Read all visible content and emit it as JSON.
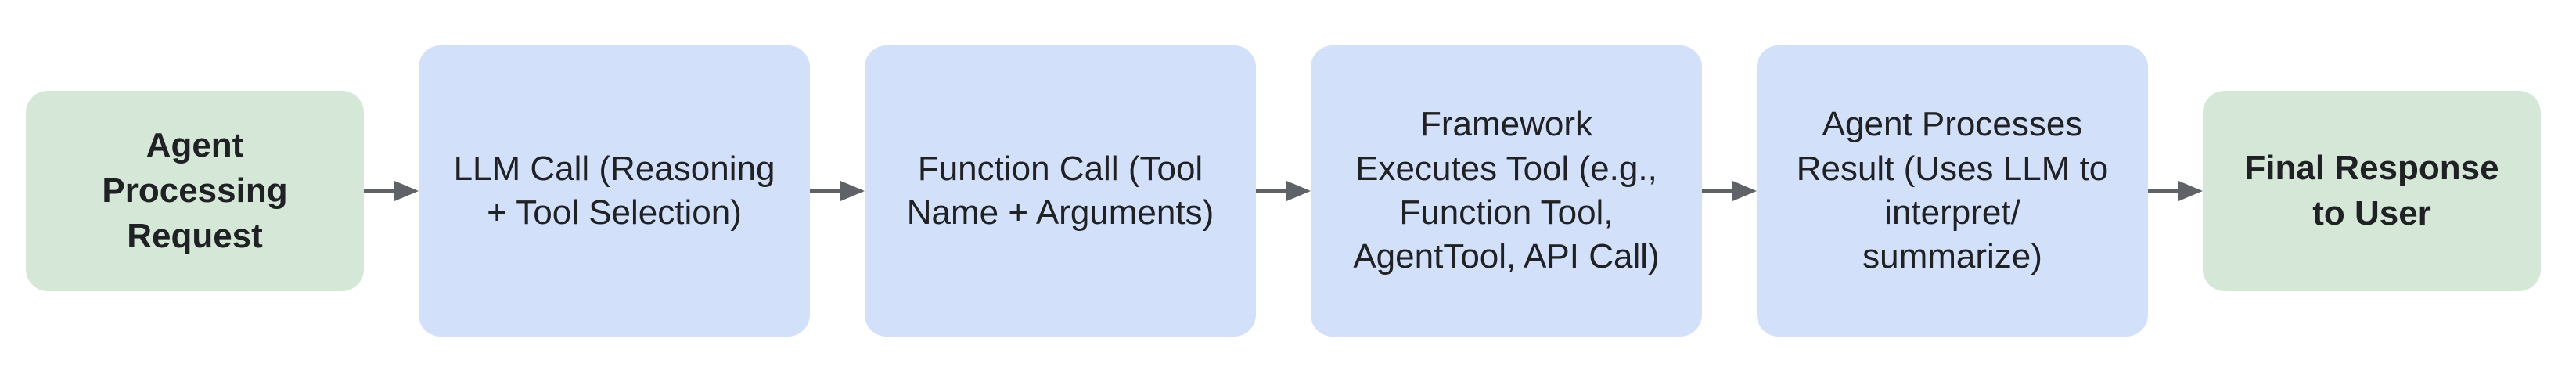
{
  "colors": {
    "background": "#ffffff",
    "node_green": "#d5e8d8",
    "node_blue": "#d3e0f9",
    "text": "#202124",
    "arrow": "#5f6368"
  },
  "flow": {
    "nodes": [
      {
        "id": "agent-processing-request",
        "kind": "terminal",
        "fill": "node_green",
        "label": "Agent\nProcessing\nRequest"
      },
      {
        "id": "llm-call",
        "kind": "process",
        "fill": "node_blue",
        "label": "LLM Call (Reasoning\n+ Tool Selection)"
      },
      {
        "id": "function-call",
        "kind": "process",
        "fill": "node_blue",
        "label": "Function Call (Tool\nName + Arguments)"
      },
      {
        "id": "framework-executes-tool",
        "kind": "process",
        "fill": "node_blue",
        "label": "Framework\nExecutes Tool (e.g.,\nFunction Tool,\nAgentTool, API Call)"
      },
      {
        "id": "agent-processes-result",
        "kind": "process",
        "fill": "node_blue",
        "label": "Agent Processes\nResult (Uses LLM to\ninterpret/\nsummarize)"
      },
      {
        "id": "final-response-to-user",
        "kind": "terminal",
        "fill": "node_green",
        "label": "Final Response\nto User"
      }
    ],
    "connectors": [
      {
        "from": "agent-processing-request",
        "to": "llm-call",
        "style": "arrow-right"
      },
      {
        "from": "llm-call",
        "to": "function-call",
        "style": "arrow-right"
      },
      {
        "from": "function-call",
        "to": "framework-executes-tool",
        "style": "arrow-right"
      },
      {
        "from": "framework-executes-tool",
        "to": "agent-processes-result",
        "style": "arrow-right"
      },
      {
        "from": "agent-processes-result",
        "to": "final-response-to-user",
        "style": "arrow-right"
      }
    ]
  }
}
